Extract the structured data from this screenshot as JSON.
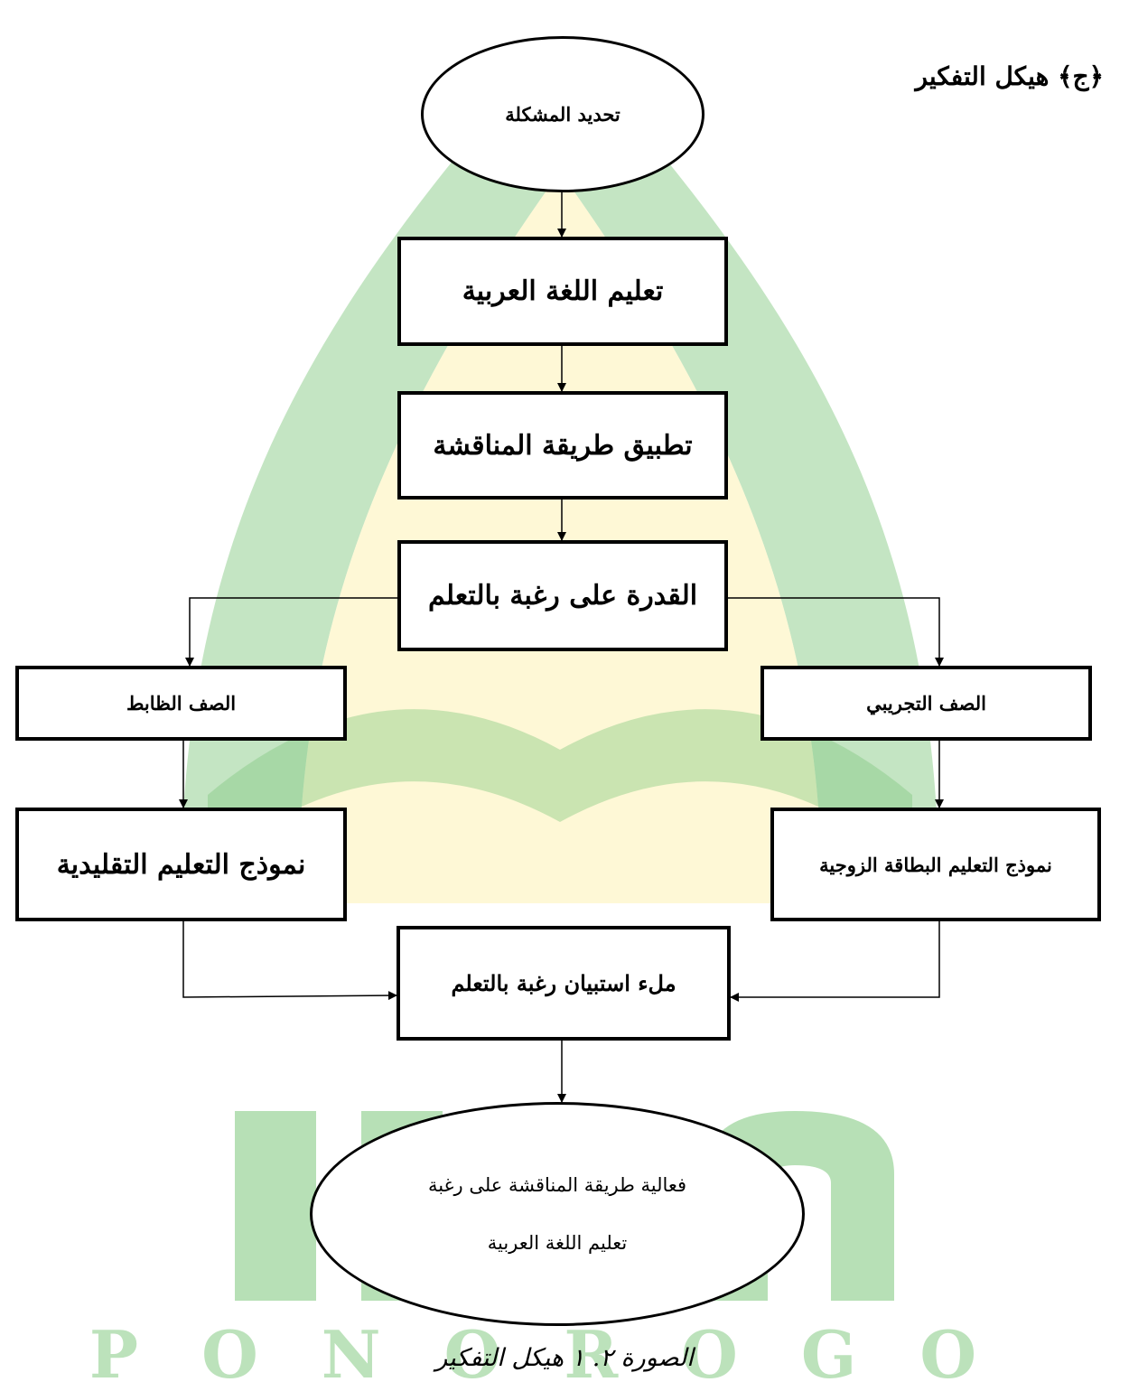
{
  "heading": "﴿ج﴾ هيكل التفكير",
  "watermark_text": "PONOROGO",
  "nodes": {
    "start": "تحديد المشكلة",
    "teaching": "تعليم اللغة العربية",
    "apply": "تطبيق طريقة المناقشة",
    "ability": "القدرة على رغبة بالتعلم",
    "control": "الصف الظابط",
    "experimental": "الصف التجريبي",
    "traditional_model": "نموذج التعليم التقليدية",
    "card_model": "نموذج التعليم البطاقة الزوجية",
    "questionnaire": "ملء استبيان رغبة بالتعلم",
    "result_line1": "فعالية طريقة المناقشة على رغبة",
    "result_line2": "تعليم اللغة العربية"
  },
  "caption": "الصورة ٢. ١ هيكل التفكير",
  "colors": {
    "watermark_green": "#5cb85c",
    "watermark_yellow": "#fdf0a8",
    "stroke": "#000000"
  }
}
